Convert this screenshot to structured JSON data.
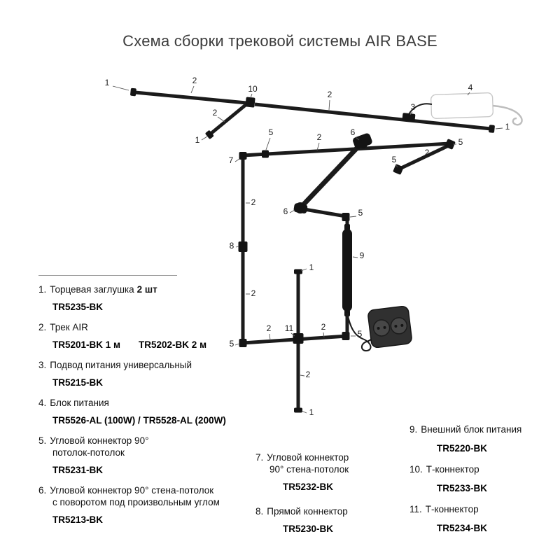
{
  "title": "Схема сборки трековой системы AIR BASE",
  "diagram": {
    "n1": "1",
    "n2": "2",
    "n3": "3",
    "n4": "4",
    "n5": "5",
    "n6": "6",
    "n7": "7",
    "n8": "8",
    "n9": "9",
    "n10": "10",
    "n11": "11"
  },
  "legend": {
    "left": [
      {
        "num": "1.",
        "title": "Торцевая заглушка",
        "title_bold": "2 шт",
        "code": "TR5235-BK"
      },
      {
        "num": "2.",
        "title": "Трек AIR",
        "code": "TR5201-BK  1 м",
        "code2": "TR5202-BK  2 м"
      },
      {
        "num": "3.",
        "title": "Подвод питания универсальный",
        "code": "TR5215-BK"
      },
      {
        "num": "4.",
        "title": "Блок питания",
        "code": "TR5526-AL (100W) / TR5528-AL (200W)"
      },
      {
        "num": "5.",
        "title": "Угловой коннектор 90°",
        "title2": "потолок-потолок",
        "code": "TR5231-BK"
      },
      {
        "num": "6.",
        "title": "Угловой коннектор 90° стена-потолок",
        "title2": "с поворотом под произвольным углом",
        "code": "TR5213-BK"
      }
    ],
    "middle": [
      {
        "num": "7.",
        "title": "Угловой коннектор",
        "title2": "90° стена-потолок",
        "code": "TR5232-BK"
      },
      {
        "num": "8.",
        "title": "Прямой коннектор",
        "code": "TR5230-BK"
      }
    ],
    "right": [
      {
        "num": "9.",
        "title": "Внешний блок питания",
        "code": "TR5220-BK"
      },
      {
        "num": "10.",
        "title": "Т-коннектор",
        "code": "TR5233-BK"
      },
      {
        "num": "11.",
        "title": "Т-коннектор",
        "code": "TR5234-BK"
      }
    ]
  }
}
